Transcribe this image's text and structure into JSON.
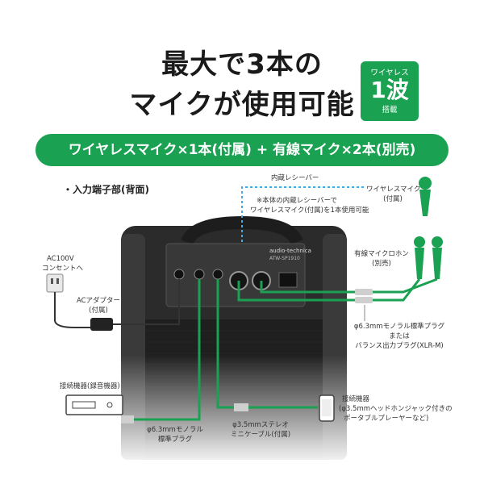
{
  "headline": {
    "line1": "最大で3本の",
    "line2": "マイクが使用可能"
  },
  "badge": {
    "top": "ワイヤレス",
    "big": "1波",
    "bottom": "搭載"
  },
  "banner": {
    "text": "ワイヤレスマイク×1本(付属) + 有線マイク×2本(別売)"
  },
  "section_title": "・入力端子部(背面)",
  "labels": {
    "receiver": "内蔵レシーバー",
    "receiver_note_1": "※本体の内蔵レシーバーで",
    "receiver_note_2": "ワイヤレスマイク(付属)を1本使用可能",
    "wireless_mic_1": "ワイヤレスマイク",
    "wireless_mic_2": "(付属)",
    "wired_mic_1": "有線マイクロホン",
    "wired_mic_2": "(別売)",
    "ac_1": "AC100V",
    "ac_2": "コンセントへ",
    "adapter_1": "ACアダプター",
    "adapter_2": "(付属)",
    "plug_1": "φ6.3mmモノラル標準プラグ",
    "plug_2": "または",
    "plug_3": "バランス出力プラグ(XLR-M)",
    "recorder": "接続機器(録音機器)",
    "mono_plug_1": "φ6.3mmモノラル",
    "mono_plug_2": "標準プラグ",
    "stereo_cable_1": "φ3.5mmステレオ",
    "stereo_cable_2": "ミニケーブル(付属)",
    "device_1": "接続機器",
    "device_2": "(φ3.5mmヘッドホンジャック付きの",
    "device_3": "ポータブルプレーヤーなど)",
    "brand": "audio-technica",
    "model": "ATW-SP1910"
  },
  "colors": {
    "green": "#1aa152",
    "receiver_dotted": "#4aa8e0",
    "speaker_body": "#2b2b2b"
  }
}
